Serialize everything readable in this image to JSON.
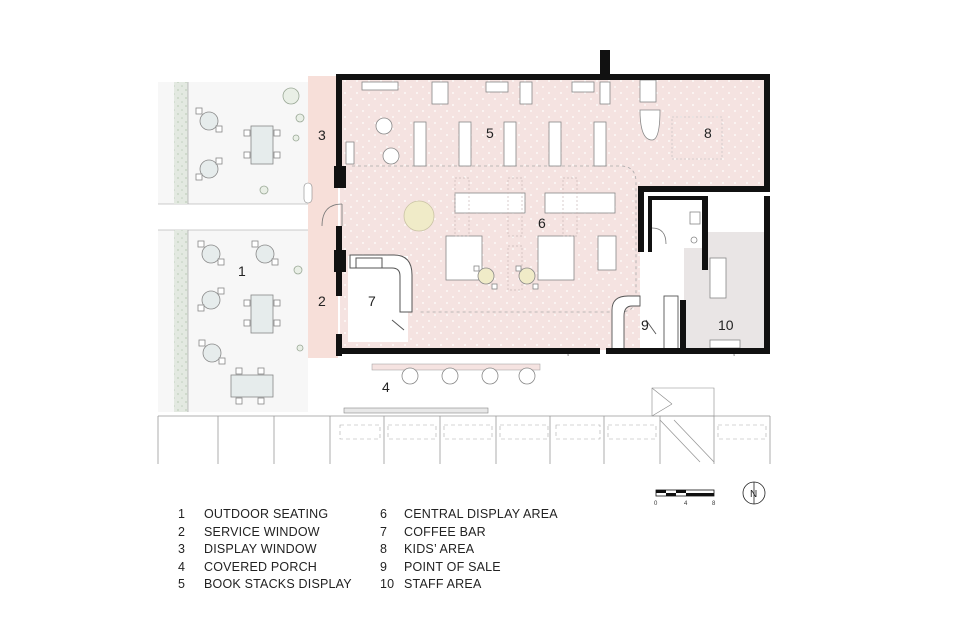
{
  "room_numbers": [
    "1",
    "2",
    "3",
    "4",
    "5",
    "6",
    "7",
    "8",
    "9",
    "10"
  ],
  "legend": {
    "left": [
      {
        "num": "1",
        "label": "OUTDOOR SEATING"
      },
      {
        "num": "2",
        "label": "SERVICE WINDOW"
      },
      {
        "num": "3",
        "label": "DISPLAY WINDOW"
      },
      {
        "num": "4",
        "label": "COVERED PORCH"
      },
      {
        "num": "5",
        "label": "BOOK STACKS DISPLAY"
      }
    ],
    "right": [
      {
        "num": "6",
        "label": "CENTRAL DISPLAY AREA"
      },
      {
        "num": "7",
        "label": "COFFEE BAR"
      },
      {
        "num": "8",
        "label": "KIDS’ AREA"
      },
      {
        "num": "9",
        "label": "POINT OF SALE"
      },
      {
        "num": "10",
        "label": "STAFF AREA"
      }
    ]
  },
  "scale_bar": {
    "ticks": [
      "0",
      "4",
      "8"
    ]
  },
  "north_arrow": {
    "letter": "N"
  },
  "colors": {
    "wall": "#111111",
    "interior_floor": "#f5e3e1",
    "coffee_bar_floor": "#ffffff",
    "staff_floor": "#e9e5e5",
    "outdoor_floor": "#f7f7f7",
    "entry_band": "#f7dfd9",
    "planter": "#e3e9e1",
    "seat": "#f0ebc8"
  },
  "icons": [
    "north-arrow-icon",
    "scale-bar-icon",
    "table-icon",
    "chair-icon",
    "plant-icon",
    "door-icon"
  ]
}
